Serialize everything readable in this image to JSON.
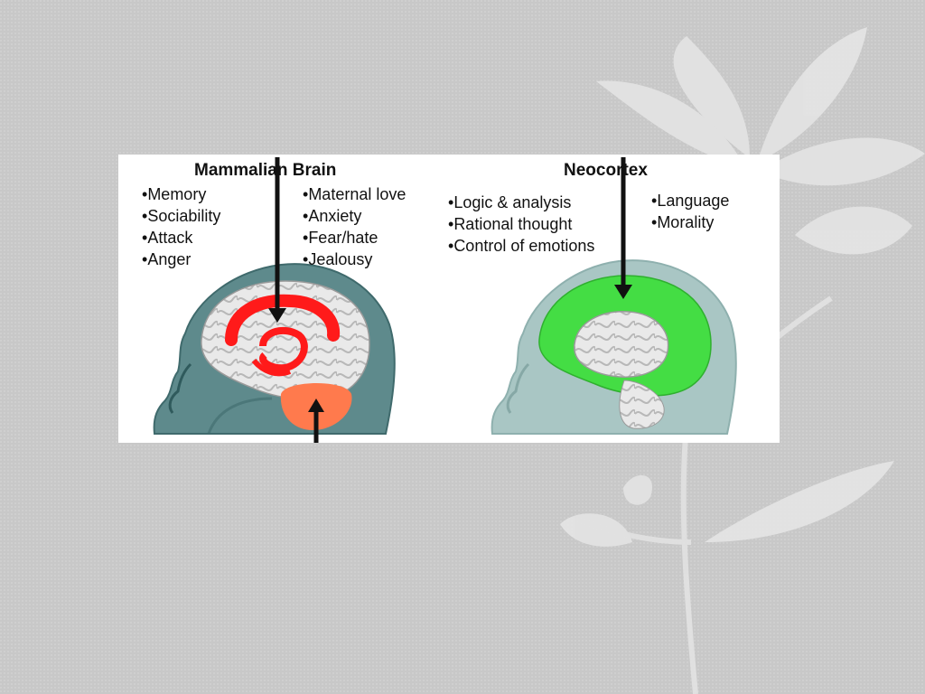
{
  "left": {
    "title": "Mammalian Brain",
    "col1": [
      "Memory",
      "Sociability",
      "Attack",
      "Anger"
    ],
    "col2": [
      "Maternal love",
      "Anxiety",
      "Fear/hate",
      "Jealousy"
    ],
    "highlight_color": "#ff1a1a",
    "brainstem_color": "#ff7a4d"
  },
  "right": {
    "title": "Neocortex",
    "col1": [
      "Logic & analysis",
      "Rational thought",
      "Control of emotions"
    ],
    "col2": [
      "Language",
      "Morality"
    ],
    "highlight_color": "#44dd44"
  }
}
